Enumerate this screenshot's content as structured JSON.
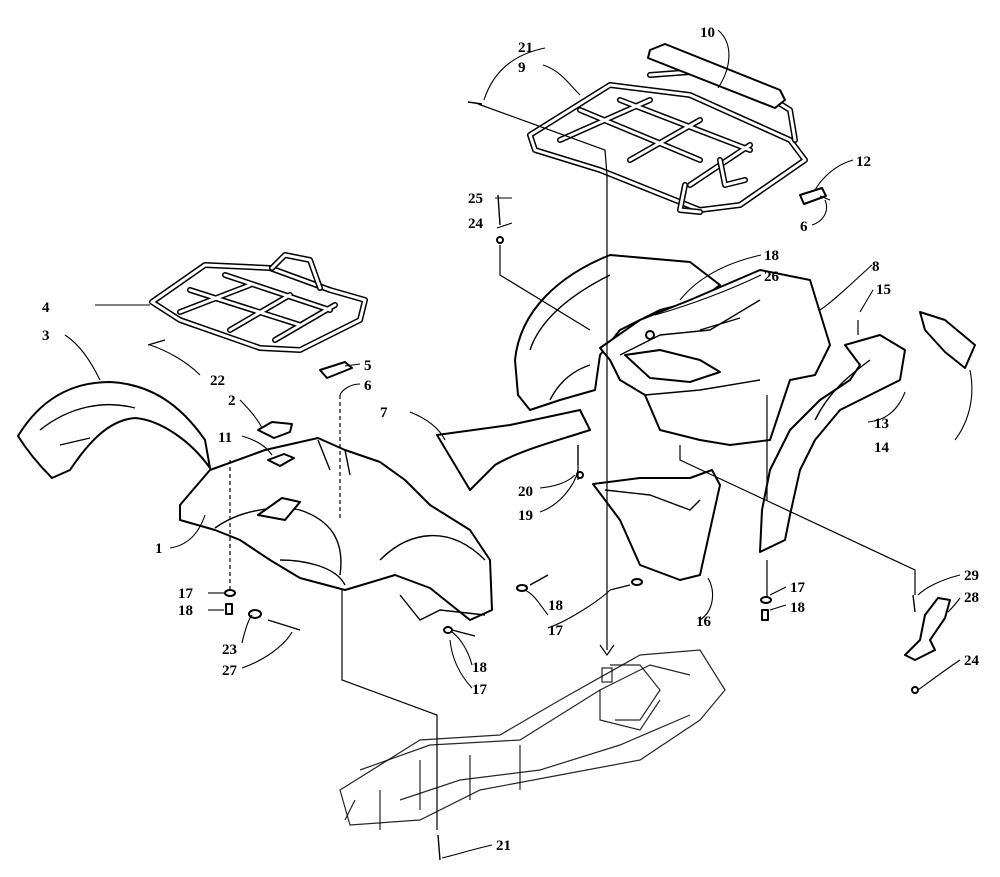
{
  "callouts": {
    "c1": "1",
    "c2": "2",
    "c3": "3",
    "c4": "4",
    "c5": "5",
    "c6a": "6",
    "c6b": "6",
    "c7": "7",
    "c8": "8",
    "c9": "9",
    "c10": "10",
    "c11": "11",
    "c12": "12",
    "c13": "13",
    "c14": "14",
    "c15": "15",
    "c16": "16",
    "c17a": "17",
    "c17b": "17",
    "c17c": "17",
    "c17d": "17",
    "c18a": "18",
    "c18b": "18",
    "c18c": "18",
    "c18d": "18",
    "c18e": "18",
    "c19": "19",
    "c20": "20",
    "c21a": "21",
    "c21b": "21",
    "c22": "22",
    "c23": "23",
    "c24a": "24",
    "c24b": "24",
    "c25": "25",
    "c26": "26",
    "c27": "27",
    "c28": "28",
    "c29": "29"
  }
}
